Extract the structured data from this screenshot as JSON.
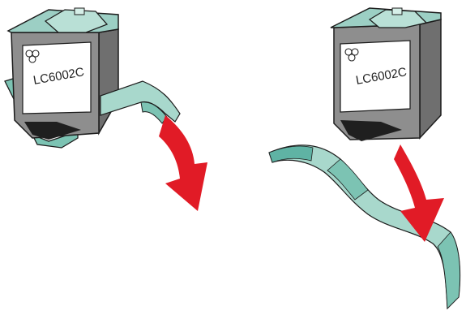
{
  "illustration": {
    "steps": [
      {
        "step": "peel-tape",
        "cartridge_label": "LC6002C"
      },
      {
        "step": "remove-tape",
        "cartridge_label": "LC6002C"
      }
    ]
  },
  "colors": {
    "cartridge_body": "#8e8e8e",
    "cartridge_shadow": "#5f5f5f",
    "cartridge_top": "#9ccfc4",
    "tape": "#a8d8cc",
    "tape_dark": "#5fb3a4",
    "arrow": "#e11b26",
    "label_bg": "#ffffff",
    "outline": "#1c1c1c"
  }
}
